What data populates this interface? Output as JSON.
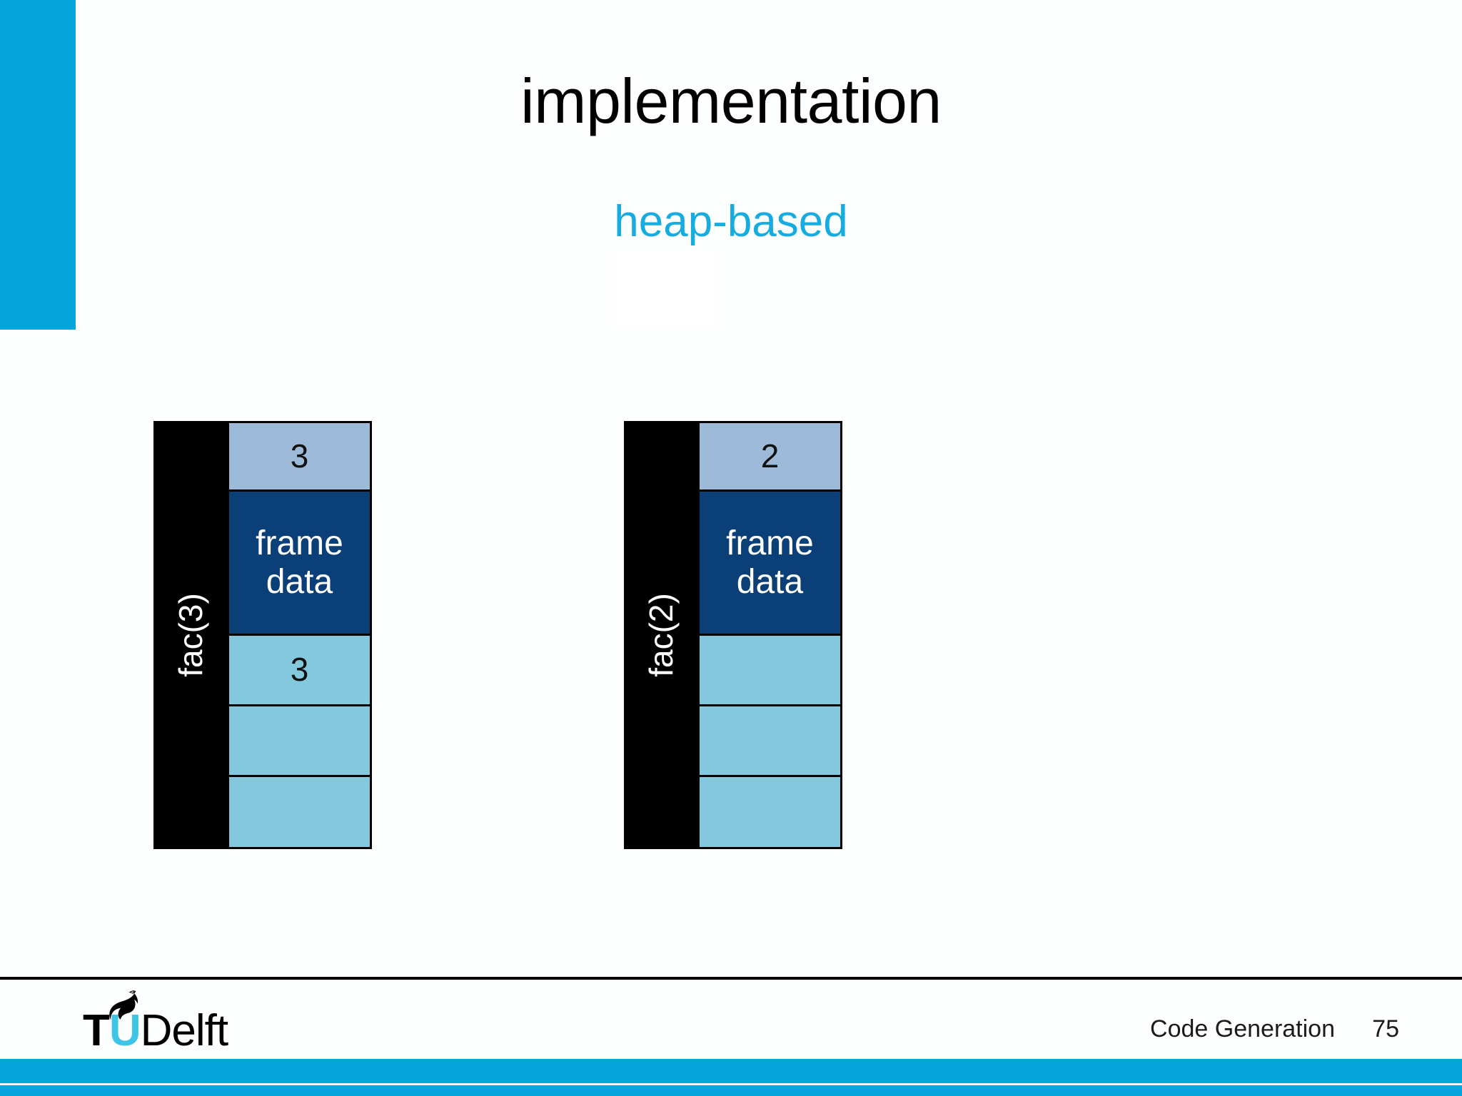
{
  "slide": {
    "title": "implementation",
    "subtitle": "heap-based",
    "accent_color": "#05a4da",
    "subtitle_color": "#16ace0",
    "background_color": "#fdfffe"
  },
  "diagram": {
    "type": "stack-frames",
    "colors": {
      "label_column": "#000000",
      "argument_cell": "#9dbad9",
      "frame_data_cell": "#0b3f78",
      "empty_slot_cell": "#84c8de",
      "border": "#000000"
    },
    "frames": [
      {
        "label": "fac(3)",
        "cells": [
          {
            "kind": "argument",
            "text": "3"
          },
          {
            "kind": "frame-data",
            "text": "frame\ndata",
            "line1": "frame",
            "line2": "data"
          },
          {
            "kind": "slot",
            "text": "3"
          },
          {
            "kind": "slot",
            "text": ""
          },
          {
            "kind": "slot",
            "text": ""
          }
        ]
      },
      {
        "label": "fac(2)",
        "cells": [
          {
            "kind": "argument",
            "text": "2"
          },
          {
            "kind": "frame-data",
            "text": "frame\ndata",
            "line1": "frame",
            "line2": "data"
          },
          {
            "kind": "slot",
            "text": ""
          },
          {
            "kind": "slot",
            "text": ""
          },
          {
            "kind": "slot",
            "text": ""
          }
        ]
      }
    ]
  },
  "footer": {
    "logo": {
      "flame_icon": "flame-icon",
      "t": "T",
      "u": "U",
      "delft": "Delft"
    },
    "chapter": "Code Generation",
    "page_number": "75",
    "bar_color": "#05a4da"
  }
}
